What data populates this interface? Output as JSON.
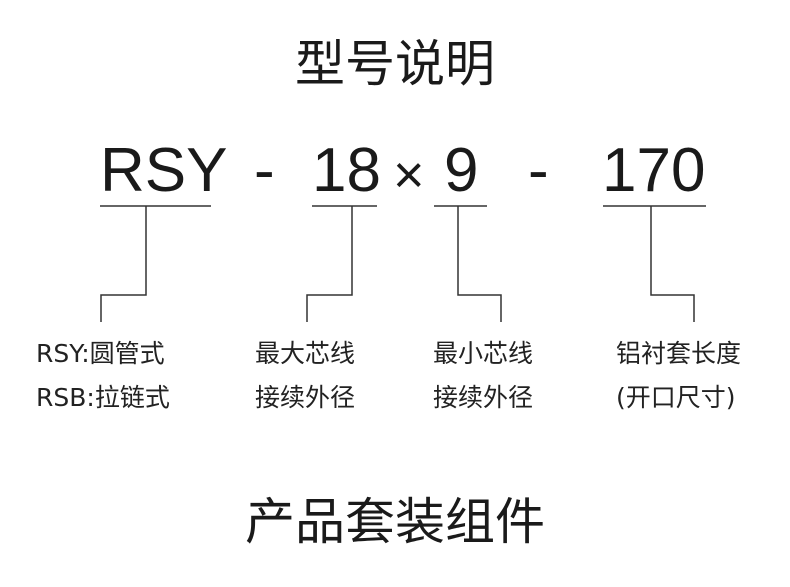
{
  "header": {
    "title": "型号说明"
  },
  "model_code": {
    "prefix": "RSY",
    "dash1": "-",
    "wire_count": "18",
    "times": "×",
    "wire_gauge": "9",
    "dash2": "-",
    "length": "170"
  },
  "descriptions": [
    {
      "line1": "RSY:圆管式",
      "line2": "RSB:拉链式"
    },
    {
      "line1": "最大芯线",
      "line2": "接续外径"
    },
    {
      "line1": "最小芯线",
      "line2": "接续外径"
    },
    {
      "line1": "铝衬套长度",
      "line2": "(开口尺寸)"
    }
  ],
  "footer": {
    "title": "产品套装组件"
  },
  "colors": {
    "text": "#1a1a1a",
    "line": "#333333",
    "background": "#ffffff"
  }
}
